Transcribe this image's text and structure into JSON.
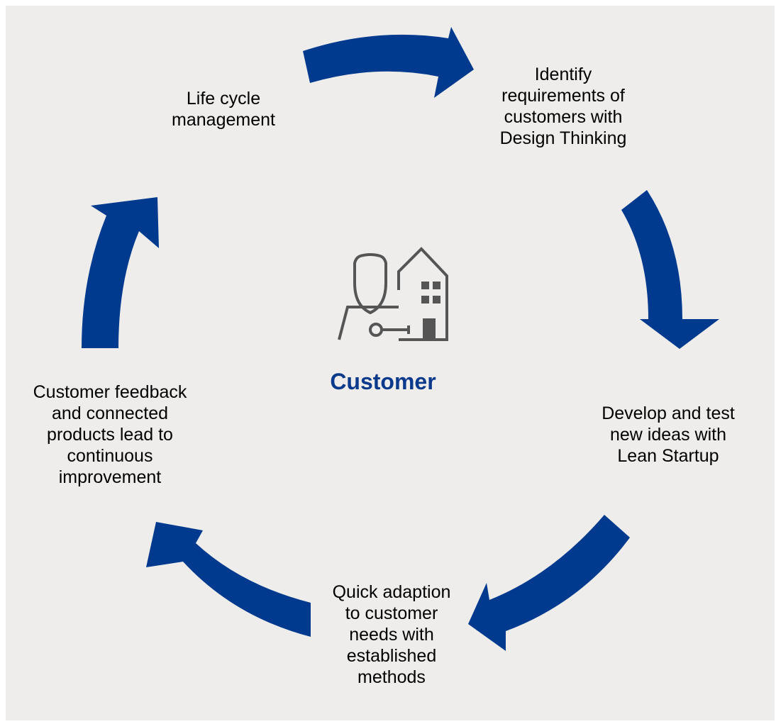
{
  "center": {
    "label": "Customer",
    "icon": "customer-building-key-icon"
  },
  "colors": {
    "arrow": "#003a8f",
    "background": "#eeedeb",
    "title": "#0b3a8c"
  },
  "steps": [
    {
      "text": "Identify\nrequirements of\ncustomers with\nDesign Thinking"
    },
    {
      "text": "Develop and test\nnew ideas with\nLean Startup"
    },
    {
      "text": "Quick adaption\nto customer\nneeds with\nestablished\nmethods"
    },
    {
      "text": "Customer feedback\nand connected\nproducts lead to\ncontinuous\nimprovement"
    },
    {
      "text": "Life cycle\nmanagement"
    }
  ]
}
